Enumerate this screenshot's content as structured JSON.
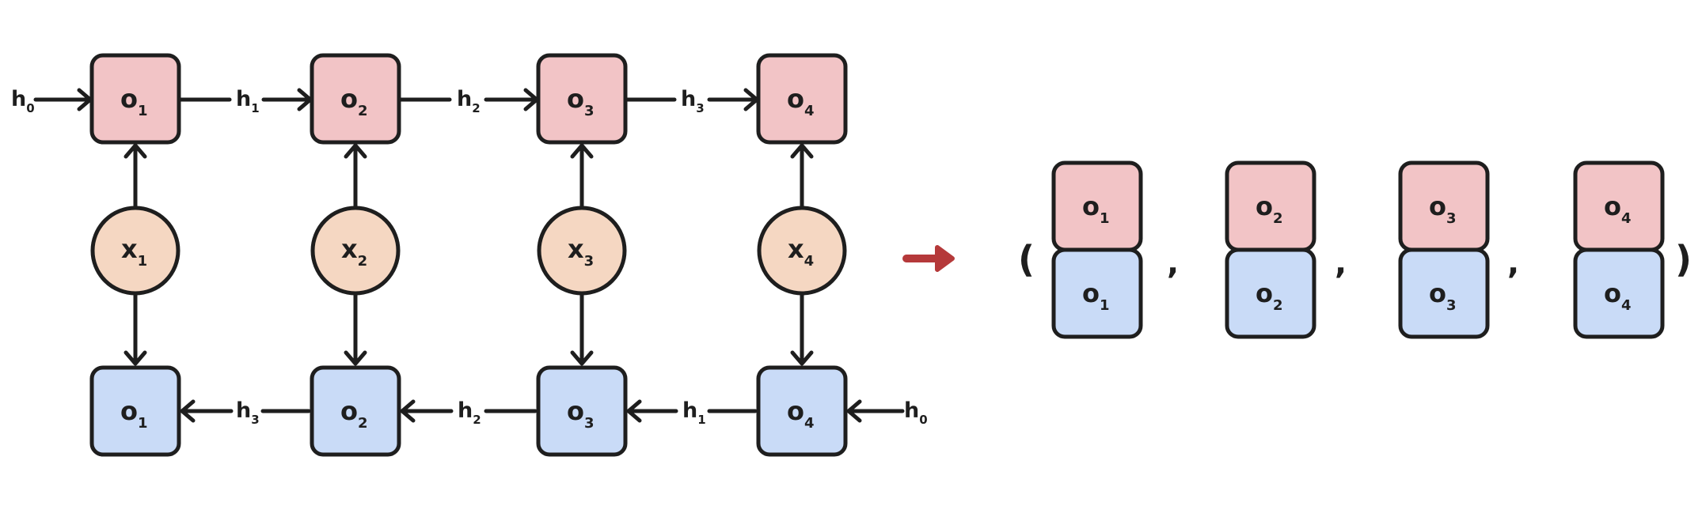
{
  "colors": {
    "forward_fill": "#f2c4c6",
    "backward_fill": "#c9dbf7",
    "input_fill": "#f5d7c2",
    "stroke": "#1e1e1e",
    "arrow_accent": "#b5393a",
    "background": "#ffffff"
  },
  "forward_outputs": [
    {
      "main": "o",
      "sub": "1"
    },
    {
      "main": "o",
      "sub": "2"
    },
    {
      "main": "o",
      "sub": "3"
    },
    {
      "main": "o",
      "sub": "4"
    }
  ],
  "inputs": [
    {
      "main": "x",
      "sub": "1"
    },
    {
      "main": "x",
      "sub": "2"
    },
    {
      "main": "x",
      "sub": "3"
    },
    {
      "main": "x",
      "sub": "4"
    }
  ],
  "backward_outputs": [
    {
      "main": "o",
      "sub": "1"
    },
    {
      "main": "o",
      "sub": "2"
    },
    {
      "main": "o",
      "sub": "3"
    },
    {
      "main": "o",
      "sub": "4"
    }
  ],
  "forward_hidden": [
    {
      "main": "h",
      "sub": "0"
    },
    {
      "main": "h",
      "sub": "1"
    },
    {
      "main": "h",
      "sub": "2"
    },
    {
      "main": "h",
      "sub": "3"
    }
  ],
  "backward_hidden": [
    {
      "main": "h",
      "sub": "3"
    },
    {
      "main": "h",
      "sub": "2"
    },
    {
      "main": "h",
      "sub": "1"
    },
    {
      "main": "h",
      "sub": "0"
    }
  ],
  "result": {
    "open_paren": "(",
    "close_paren": ")",
    "separator": ",",
    "pairs": [
      {
        "top": {
          "main": "o",
          "sub": "1"
        },
        "bottom": {
          "main": "o",
          "sub": "1"
        }
      },
      {
        "top": {
          "main": "o",
          "sub": "2"
        },
        "bottom": {
          "main": "o",
          "sub": "2"
        }
      },
      {
        "top": {
          "main": "o",
          "sub": "3"
        },
        "bottom": {
          "main": "o",
          "sub": "3"
        }
      },
      {
        "top": {
          "main": "o",
          "sub": "4"
        },
        "bottom": {
          "main": "o",
          "sub": "4"
        }
      }
    ]
  }
}
